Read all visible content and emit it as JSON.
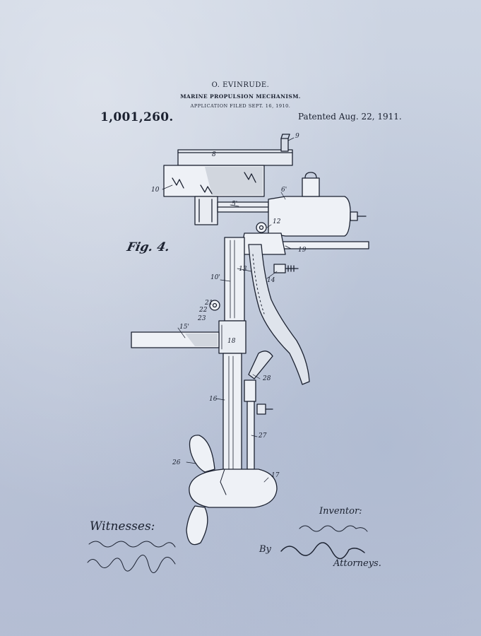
{
  "header": {
    "inventor": "O. EVINRUDE.",
    "title": "MARINE PROPULSION MECHANISM.",
    "filed": "APPLICATION FILED SEPT. 16, 1910.",
    "patent_number": "1,001,260.",
    "patented": "Patented Aug. 22, 1911."
  },
  "figure": {
    "label": "Fig. 4.",
    "refs": [
      "8",
      "9",
      "10",
      "6'",
      "5'",
      "12",
      "19",
      "13",
      "10'",
      "14",
      "21",
      "22",
      "23",
      "15'",
      "18",
      "28",
      "16",
      "27",
      "26",
      "17"
    ]
  },
  "footer": {
    "witnesses_label": "Witnesses:",
    "inventor_label": "Inventor:",
    "by_label": "By",
    "attorneys_label": "Attorneys."
  },
  "colors": {
    "ink": "#1b2130",
    "paper": "#c4cede"
  }
}
